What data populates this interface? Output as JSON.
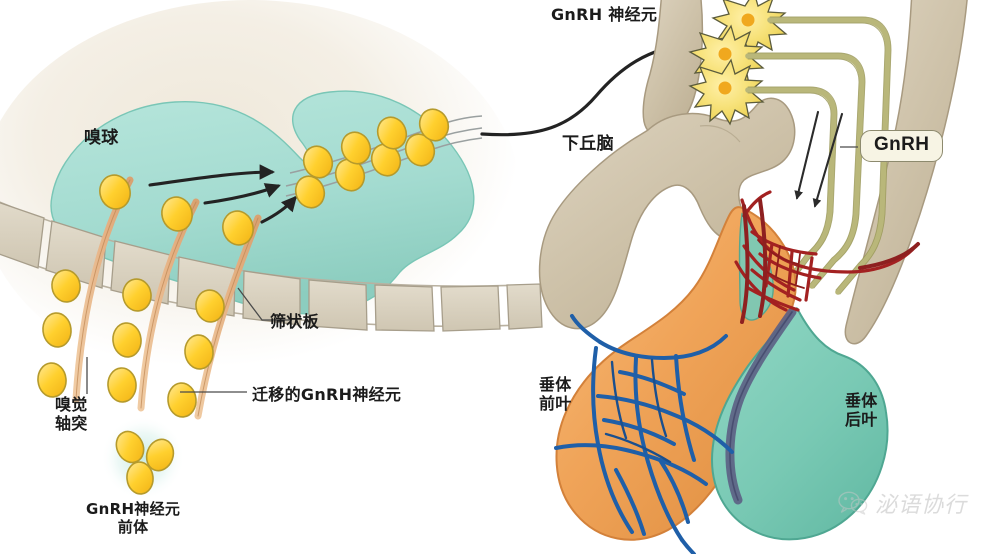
{
  "figure": {
    "title": "GnRH neuron migration and hypothalamic-pituitary axis diagram",
    "left_panel": {
      "olfactory_bulb": "嗅球",
      "cribriform_plate": "筛状板",
      "migrating_gnrh_neuron": "迁移的GnRH神经元",
      "olfactory_axon": "嗅觉\n轴突",
      "gnrh_precursor": "GnRH神经元\n前体"
    },
    "right_panel": {
      "gnrh_neuron": "GnRH 神经元",
      "hypothalamus": "下丘脑",
      "gnrh_badge": "GnRH",
      "anterior_pituitary": "垂体\n前叶",
      "posterior_pituitary": "垂体\n后叶"
    },
    "watermark": {
      "text": "泌语协行",
      "icon": "wechat-icon"
    },
    "colors": {
      "teal_fill": "#a8ded4",
      "teal_stroke": "#6cbfae",
      "cell_yellow": "#ffd02e",
      "cell_yellow_light": "#ffe066",
      "cell_stroke": "#b59a2c",
      "axon_tan": "#e8b98c",
      "axon_stroke": "#c08a57",
      "plate_fill": "#d9d2c2",
      "plate_stroke": "#a8a08d",
      "brain_fill": "#cfc4ae",
      "brain_stroke": "#a89a80",
      "anterior_orange": "#f0a65a",
      "anterior_stroke": "#d3813a",
      "posterior_teal": "#7ecfb9",
      "artery_red": "#b22222",
      "vein_blue": "#1f5fa8",
      "nerve_olive": "#c9c77e",
      "badge_bg": "#f7f4e4",
      "background_cream": "#f3efe6"
    }
  }
}
